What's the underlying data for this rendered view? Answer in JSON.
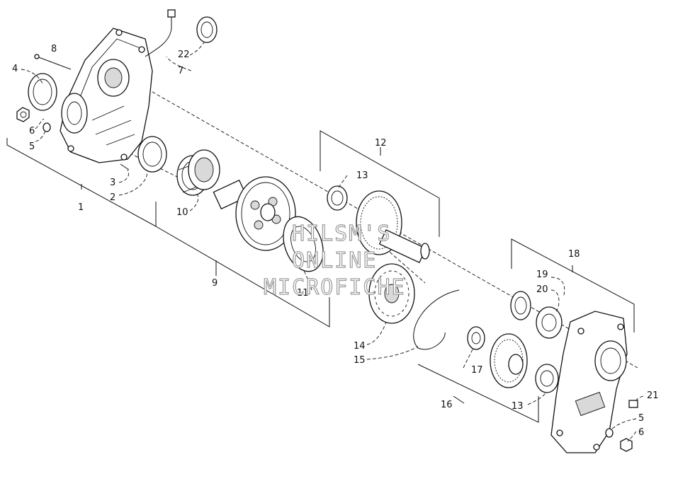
{
  "watermark": [
    "HILSM'S",
    "ONLINE",
    "MICROFICHE"
  ],
  "callouts": {
    "c1": "1",
    "c2": "2",
    "c3": "3",
    "c4": "4",
    "c5a": "5",
    "c6a": "6",
    "c7": "7",
    "c8": "8",
    "c9": "9",
    "c10": "10",
    "c11": "11",
    "c12": "12",
    "c13a": "13",
    "c13b": "13",
    "c14": "14",
    "c15": "15",
    "c16": "16",
    "c17": "17",
    "c18": "18",
    "c19": "19",
    "c20": "20",
    "c21": "21",
    "c22": "22",
    "c5b": "5",
    "c6b": "6"
  }
}
